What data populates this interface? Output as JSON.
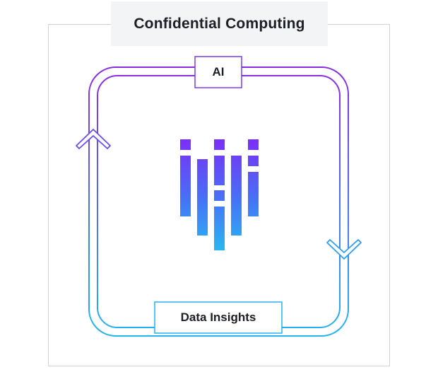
{
  "title": "Confidential Computing",
  "top_node": "AI",
  "bottom_node": "Data Insights",
  "colors": {
    "gradient_top": "#8a2be2",
    "gradient_mid": "#4f6cf7",
    "gradient_bottom": "#22b6f0",
    "frame": "#cfd2d8",
    "title_bg": "#f3f4f6",
    "text": "#1c1f26"
  },
  "icons": [
    "cycle-arrow-up-icon",
    "cycle-arrow-down-icon",
    "logo-bars-icon"
  ]
}
